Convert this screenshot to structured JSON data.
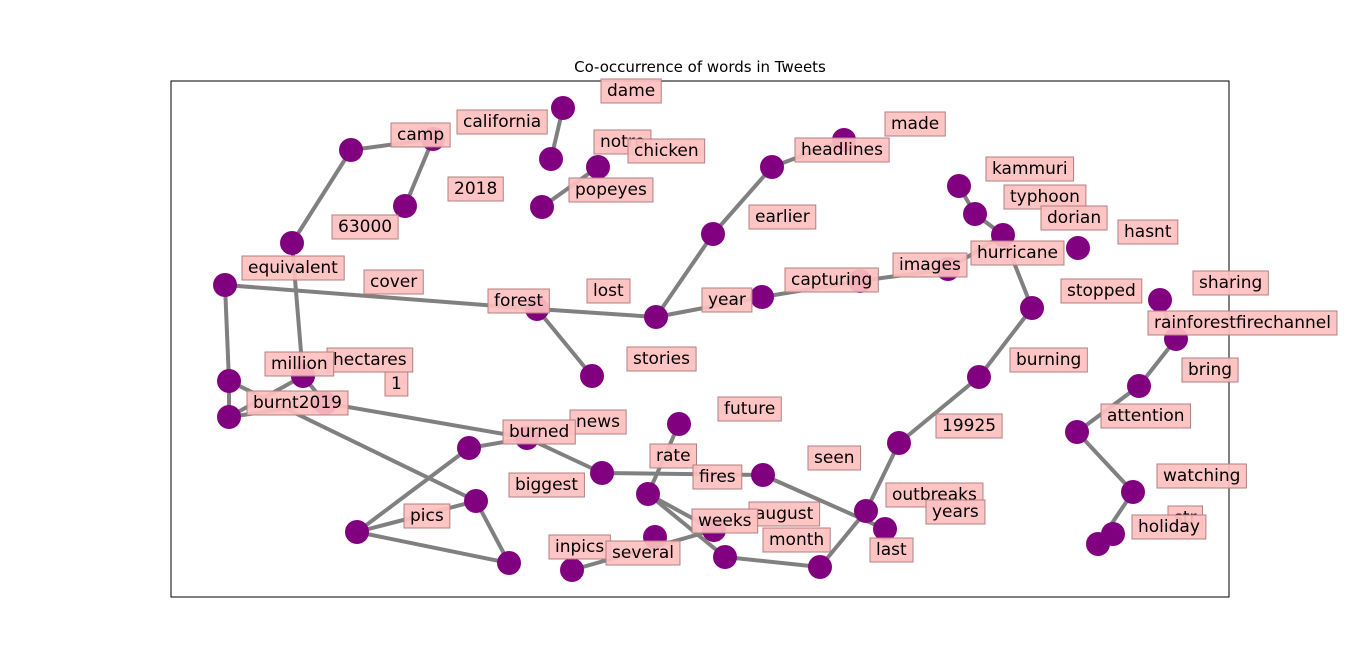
{
  "title": "Co-occurrence of words in Tweets",
  "colors": {
    "node_fill": "#800080",
    "edge_stroke": "#808080",
    "label_box_fill": "#ffc0c0",
    "label_box_stroke": "#b08080",
    "frame_stroke": "#000000"
  },
  "nodes": [
    {
      "id": "dame",
      "label": "dame"
    },
    {
      "id": "california",
      "label": "california"
    },
    {
      "id": "camp",
      "label": "camp"
    },
    {
      "id": "notre",
      "label": "notre"
    },
    {
      "id": "chicken",
      "label": "chicken"
    },
    {
      "id": "made",
      "label": "made"
    },
    {
      "id": "headlines",
      "label": "headlines"
    },
    {
      "id": "kammuri",
      "label": "kammuri"
    },
    {
      "id": "2018",
      "label": "2018"
    },
    {
      "id": "popeyes",
      "label": "popeyes"
    },
    {
      "id": "typhoon",
      "label": "typhoon"
    },
    {
      "id": "63000",
      "label": "63000"
    },
    {
      "id": "earlier",
      "label": "earlier"
    },
    {
      "id": "dorian",
      "label": "dorian"
    },
    {
      "id": "hasnt",
      "label": "hasnt"
    },
    {
      "id": "hurricane",
      "label": "hurricane"
    },
    {
      "id": "equivalent",
      "label": "equivalent"
    },
    {
      "id": "images",
      "label": "images"
    },
    {
      "id": "cover",
      "label": "cover"
    },
    {
      "id": "capturing",
      "label": "capturing"
    },
    {
      "id": "sharing",
      "label": "sharing"
    },
    {
      "id": "lost",
      "label": "lost"
    },
    {
      "id": "stopped",
      "label": "stopped"
    },
    {
      "id": "forest",
      "label": "forest"
    },
    {
      "id": "year",
      "label": "year"
    },
    {
      "id": "rainforestfirechannel",
      "label": "rainforestfirechannel"
    },
    {
      "id": "hectares",
      "label": "hectares"
    },
    {
      "id": "stories",
      "label": "stories"
    },
    {
      "id": "burning",
      "label": "burning"
    },
    {
      "id": "million",
      "label": "million"
    },
    {
      "id": "bring",
      "label": "bring"
    },
    {
      "id": "1",
      "label": "1"
    },
    {
      "id": "burnt2019",
      "label": "burnt2019"
    },
    {
      "id": "future",
      "label": "future"
    },
    {
      "id": "attention",
      "label": "attention"
    },
    {
      "id": "news",
      "label": "news"
    },
    {
      "id": "19925",
      "label": "19925"
    },
    {
      "id": "burned",
      "label": "burned"
    },
    {
      "id": "rate",
      "label": "rate"
    },
    {
      "id": "seen",
      "label": "seen"
    },
    {
      "id": "fires",
      "label": "fires"
    },
    {
      "id": "watching",
      "label": "watching"
    },
    {
      "id": "biggest",
      "label": "biggest"
    },
    {
      "id": "outbreaks",
      "label": "outbreaks"
    },
    {
      "id": "august",
      "label": "august"
    },
    {
      "id": "years",
      "label": "years"
    },
    {
      "id": "pics",
      "label": "pics"
    },
    {
      "id": "weeks",
      "label": "weeks"
    },
    {
      "id": "str",
      "label": "str"
    },
    {
      "id": "holiday",
      "label": "holiday"
    },
    {
      "id": "month",
      "label": "month"
    },
    {
      "id": "inpics",
      "label": "inpics"
    },
    {
      "id": "last",
      "label": "last"
    },
    {
      "id": "several",
      "label": "several"
    },
    {
      "id": "u_dame",
      "label": ""
    },
    {
      "id": "u_notre",
      "label": ""
    },
    {
      "id": "u_popeyes",
      "label": ""
    },
    {
      "id": "u_pics1",
      "label": ""
    },
    {
      "id": "u_pics2",
      "label": ""
    },
    {
      "id": "u_several",
      "label": ""
    }
  ],
  "edges": [
    [
      "dame",
      "u_dame"
    ],
    [
      "notre",
      "u_notre"
    ],
    [
      "notre",
      "u_popeyes"
    ],
    [
      "california",
      "camp"
    ],
    [
      "camp",
      "equivalent"
    ],
    [
      "california",
      "2018"
    ],
    [
      "equivalent",
      "million"
    ],
    [
      "cover",
      "forest"
    ],
    [
      "cover",
      "hectares"
    ],
    [
      "forest",
      "lost"
    ],
    [
      "forest",
      "stories"
    ],
    [
      "lost",
      "year"
    ],
    [
      "year",
      "capturing"
    ],
    [
      "capturing",
      "images"
    ],
    [
      "images",
      "hurricane"
    ],
    [
      "lost",
      "earlier"
    ],
    [
      "earlier",
      "headlines"
    ],
    [
      "headlines",
      "made"
    ],
    [
      "kammuri",
      "typhoon"
    ],
    [
      "typhoon",
      "hurricane"
    ],
    [
      "million",
      "1"
    ],
    [
      "million",
      "burnt2019"
    ],
    [
      "hectares",
      "burnt2019"
    ],
    [
      "hectares",
      "biggest"
    ],
    [
      "1",
      "burnt2019"
    ],
    [
      "1",
      "news"
    ],
    [
      "burned",
      "news"
    ],
    [
      "news",
      "fires"
    ],
    [
      "burned",
      "pics"
    ],
    [
      "biggest",
      "pics"
    ],
    [
      "pics",
      "u_pics1"
    ],
    [
      "biggest",
      "u_pics2"
    ],
    [
      "fires",
      "seen"
    ],
    [
      "seen",
      "years"
    ],
    [
      "future",
      "rate"
    ],
    [
      "rate",
      "august"
    ],
    [
      "rate",
      "month"
    ],
    [
      "month",
      "last"
    ],
    [
      "last",
      "outbreaks"
    ],
    [
      "outbreaks",
      "19925"
    ],
    [
      "19925",
      "burning"
    ],
    [
      "burning",
      "stopped"
    ],
    [
      "stopped",
      "dorian"
    ],
    [
      "sharing",
      "rainforestfirechannel"
    ],
    [
      "rainforestfirechannel",
      "bring"
    ],
    [
      "bring",
      "attention"
    ],
    [
      "attention",
      "watching"
    ],
    [
      "watching",
      "holiday"
    ],
    [
      "u_several",
      "august"
    ]
  ]
}
